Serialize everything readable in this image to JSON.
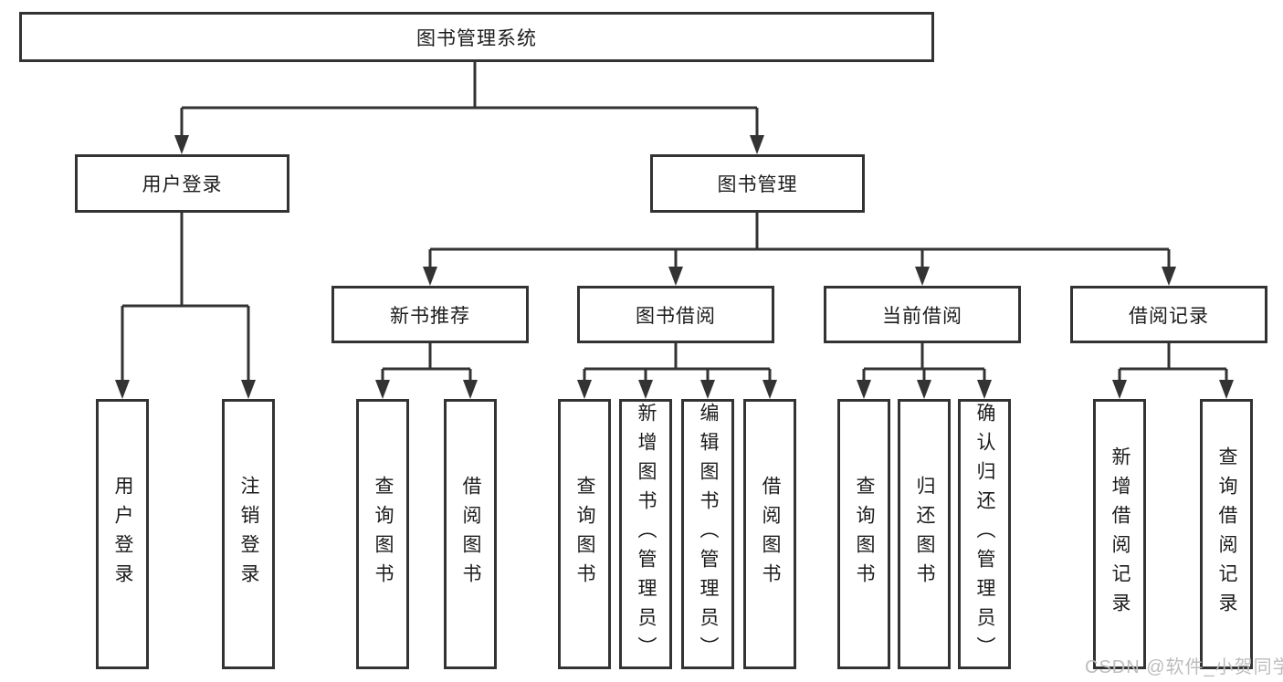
{
  "diagram": {
    "type": "hierarchy-diagram",
    "title": "图书管理系统",
    "colors": {
      "background": "#ffffff",
      "line": "#333333",
      "box_border": "#333333",
      "text": "#1c1c1c",
      "watermark": "#bdbdbd"
    },
    "watermark": "CSDN @软件_小贺同学"
  },
  "nodes": {
    "root": {
      "label": "图书管理系统"
    },
    "user_login": {
      "label": "用户登录"
    },
    "book_mgmt": {
      "label": "图书管理"
    },
    "new_book_rec": {
      "label": "新书推荐"
    },
    "book_borrow": {
      "label": "图书借阅"
    },
    "current_borrow": {
      "label": "当前借阅"
    },
    "borrow_records": {
      "label": "借阅记录"
    },
    "leaf_user_login": {
      "label": "用户登录"
    },
    "leaf_logout": {
      "label": "注销登录"
    },
    "leaf_nbr_query": {
      "label": "查询图书"
    },
    "leaf_nbr_borrow": {
      "label": "借阅图书"
    },
    "leaf_bb_query": {
      "label": "查询图书"
    },
    "leaf_bb_add": {
      "label": "新增图书（管理员）"
    },
    "leaf_bb_edit": {
      "label": "编辑图书（管理员）"
    },
    "leaf_bb_borrow": {
      "label": "借阅图书"
    },
    "leaf_cb_query": {
      "label": "查询图书"
    },
    "leaf_cb_return": {
      "label": "归还图书"
    },
    "leaf_cb_confirm": {
      "label": "确认归还（管理员）"
    },
    "leaf_br_add": {
      "label": "新增借阅记录"
    },
    "leaf_br_query": {
      "label": "查询借阅记录"
    }
  },
  "tree": {
    "label": "图书管理系统",
    "children": [
      {
        "label": "用户登录",
        "children": [
          "用户登录",
          "注销登录"
        ]
      },
      {
        "label": "图书管理",
        "children": [
          {
            "label": "新书推荐",
            "children": [
              "查询图书",
              "借阅图书"
            ]
          },
          {
            "label": "图书借阅",
            "children": [
              "查询图书",
              "新增图书（管理员）",
              "编辑图书（管理员）",
              "借阅图书"
            ]
          },
          {
            "label": "当前借阅",
            "children": [
              "查询图书",
              "归还图书",
              "确认归还（管理员）"
            ]
          },
          {
            "label": "借阅记录",
            "children": [
              "新增借阅记录",
              "查询借阅记录"
            ]
          }
        ]
      }
    ]
  }
}
